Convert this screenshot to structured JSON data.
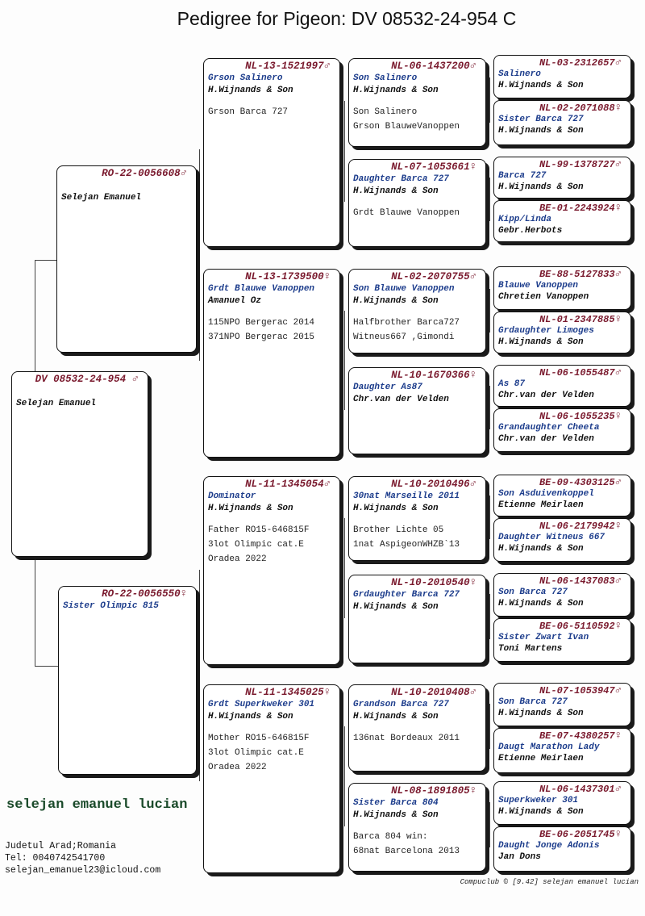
{
  "title": "Pedigree for Pigeon: DV  08532-24-954 C",
  "colors": {
    "ring": "#7a1a2e",
    "name": "#1d3d8c",
    "breeder": "#1a4a2a"
  },
  "subject": {
    "ring": "DV  08532-24-954 ",
    "sex": "♂",
    "name": "",
    "owner": "Selejan Emanuel",
    "notes": []
  },
  "gen1": [
    {
      "ring": "RO-22-0056608",
      "sex": "♂",
      "name": "",
      "owner": "Selejan Emanuel",
      "notes": []
    },
    {
      "ring": "RO-22-0056550",
      "sex": "♀",
      "name": "Sister Olimpic 815",
      "owner": "",
      "notes": []
    }
  ],
  "gen2": [
    {
      "ring": "NL-13-1521997",
      "sex": "♂",
      "name": "Grson Salinero",
      "owner": "H.Wijnands & Son",
      "notes": [
        "Grson Barca 727"
      ]
    },
    {
      "ring": "NL-13-1739500",
      "sex": "♀",
      "name": "Grdt Blauwe Vanoppen",
      "owner": "Amanuel Oz",
      "notes": [
        "115NPO Bergerac 2014",
        "371NPO Bergerac 2015"
      ]
    },
    {
      "ring": "NL-11-1345054",
      "sex": "♂",
      "name": "Dominator",
      "owner": "H.Wijnands & Son",
      "notes": [
        "Father RO15-646815F",
        "3lot Olimpic cat.E",
        "Oradea 2022"
      ]
    },
    {
      "ring": "NL-11-1345025",
      "sex": "♀",
      "name": "Grdt Superkweker 301",
      "owner": "H.Wijnands & Son",
      "notes": [
        "Mother RO15-646815F",
        "3lot Olimpic cat.E",
        "Oradea 2022"
      ]
    }
  ],
  "gen3": [
    {
      "ring": "NL-06-1437200",
      "sex": "♂",
      "name": "Son Salinero",
      "owner": "H.Wijnands & Son",
      "notes": [
        "Son Salinero",
        "Grson BlauweVanoppen"
      ]
    },
    {
      "ring": "NL-07-1053661",
      "sex": "♀",
      "name": "Daughter Barca 727",
      "owner": "H.Wijnands & Son",
      "notes": [
        "Grdt Blauwe Vanoppen"
      ]
    },
    {
      "ring": "NL-02-2070755",
      "sex": "♂",
      "name": "Son Blauwe Vanoppen",
      "owner": "H.Wijnands & Son",
      "notes": [
        "Halfbrother Barca727",
        "Witneus667 ,Gimondi"
      ]
    },
    {
      "ring": "NL-10-1670366",
      "sex": "♀",
      "name": "Daughter As87",
      "owner": "Chr.van der Velden",
      "notes": []
    },
    {
      "ring": "NL-10-2010496",
      "sex": "♂",
      "name": "30nat Marseille 2011",
      "owner": "H.Wijnands & Son",
      "notes": [
        "Brother Lichte 05",
        "1nat AspigeonWHZB`13"
      ]
    },
    {
      "ring": "NL-10-2010540",
      "sex": "♀",
      "name": "Grdaughter Barca 727",
      "owner": "H.Wijnands & Son",
      "notes": []
    },
    {
      "ring": "NL-10-2010408",
      "sex": "♂",
      "name": "Grandson Barca 727",
      "owner": "H.Wijnands & Son",
      "notes": [
        "136nat Bordeaux 2011"
      ]
    },
    {
      "ring": "NL-08-1891805",
      "sex": "♀",
      "name": "Sister Barca 804",
      "owner": "H.Wijnands & Son",
      "notes": [
        "Barca 804 win:",
        "68nat Barcelona 2013"
      ]
    }
  ],
  "gen4": [
    {
      "ring": "NL-03-2312657",
      "sex": "♂",
      "name": "Salinero",
      "owner": "H.Wijnands & Son"
    },
    {
      "ring": "NL-02-2071088",
      "sex": "♀",
      "name": "Sister Barca 727",
      "owner": "H.Wijnands & Son"
    },
    {
      "ring": "NL-99-1378727",
      "sex": "♂",
      "name": "Barca 727",
      "owner": "H.Wijnands & Son"
    },
    {
      "ring": "BE-01-2243924",
      "sex": "♀",
      "name": "Kipp/Linda",
      "owner": "Gebr.Herbots"
    },
    {
      "ring": "BE-88-5127833",
      "sex": "♂",
      "name": "Blauwe Vanoppen",
      "owner": "Chretien Vanoppen"
    },
    {
      "ring": "NL-01-2347885",
      "sex": "♀",
      "name": "Grdaughter Limoges",
      "owner": "H.Wijnands & Son"
    },
    {
      "ring": "NL-06-1055487",
      "sex": "♂",
      "name": "As 87",
      "owner": "Chr.van der Velden"
    },
    {
      "ring": "NL-06-1055235",
      "sex": "♀",
      "name": "Grandaughter Cheeta",
      "owner": "Chr.van der Velden"
    },
    {
      "ring": "BE-09-4303125",
      "sex": "♂",
      "name": "Son Asduivenkoppel",
      "owner": "Etienne Meirlaen"
    },
    {
      "ring": "NL-06-2179942",
      "sex": "♀",
      "name": "Daughter Witneus 667",
      "owner": "H.Wijnands & Son"
    },
    {
      "ring": "NL-06-1437083",
      "sex": "♂",
      "name": "Son Barca 727",
      "owner": "H.Wijnands & Son"
    },
    {
      "ring": "BE-06-5110592",
      "sex": "♀",
      "name": "Sister Zwart Ivan",
      "owner": "Toni Martens"
    },
    {
      "ring": "NL-07-1053947",
      "sex": "♂",
      "name": "Son Barca 727",
      "owner": "H.Wijnands & Son"
    },
    {
      "ring": "BE-07-4380257",
      "sex": "♀",
      "name": "Daugt Marathon Lady",
      "owner": "Etienne Meirlaen"
    },
    {
      "ring": "NL-06-1437301",
      "sex": "♂",
      "name": "Superkweker 301",
      "owner": "H.Wijnands & Son"
    },
    {
      "ring": "BE-06-2051745",
      "sex": "♀",
      "name": "Daught Jonge Adonis",
      "owner": "Jan Dons"
    }
  ],
  "breeder": {
    "name": "selejan emanuel lucian",
    "address": "Judetul Arad;Romania",
    "phone": "Tel: 0040742541700",
    "email": "selejan_emanuel23@icloud.com"
  },
  "footer": "Compuclub © [9.42]  selejan emanuel lucian"
}
